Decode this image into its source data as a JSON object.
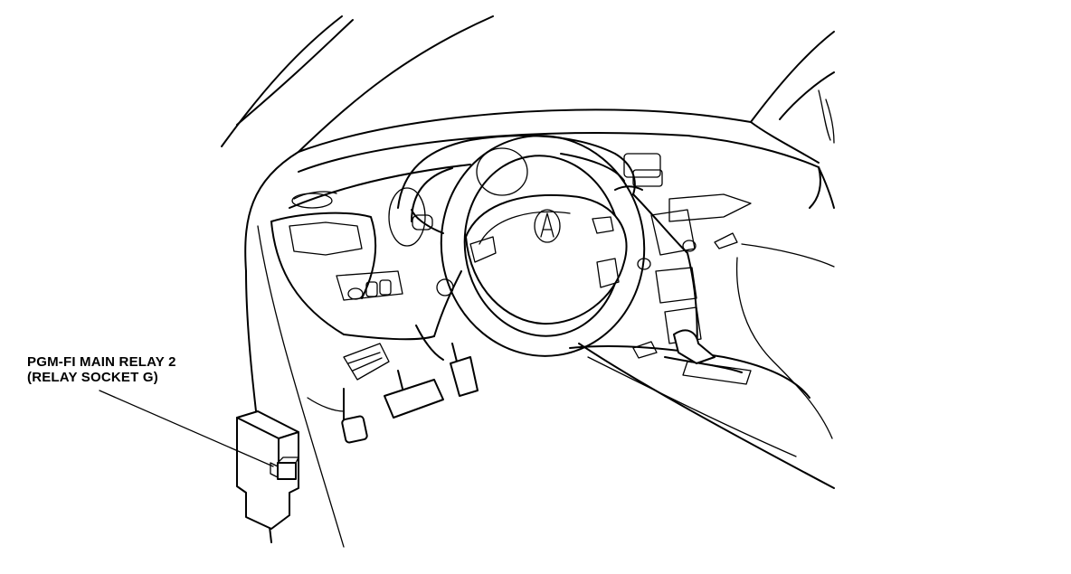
{
  "callout": {
    "line1": "PGM-FI MAIN RELAY 2",
    "line2": "(RELAY SOCKET G)"
  },
  "icons": {
    "logo": "acura-logo-icon",
    "pointer": "leader-line"
  }
}
